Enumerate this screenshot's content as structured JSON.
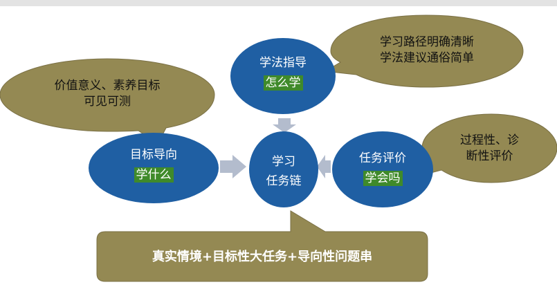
{
  "center": {
    "line1": "学习",
    "line2": "任务链"
  },
  "top_node": {
    "title": "学法指导",
    "highlight": "怎么学"
  },
  "left_node": {
    "title": "目标导向",
    "highlight": "学什么"
  },
  "right_node": {
    "title": "任务评价",
    "highlight": "学会吗"
  },
  "callouts": {
    "top_right": {
      "line1": "学习路径明确清晰",
      "line2": "学法建议通俗简单"
    },
    "left": {
      "line1": "价值意义、素养目标",
      "line2": "可见可测"
    },
    "right": {
      "line1": "过程性、诊",
      "line2": "断性评价"
    },
    "bottom": "真实情境+目标性大任务+导向性问题串"
  },
  "colors": {
    "node": "#1f5fa3",
    "callout": "#948953",
    "arrow": "#b3bccd",
    "highlight": "#3f8a2a"
  }
}
